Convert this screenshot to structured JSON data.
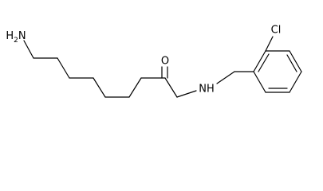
{
  "molecule": {
    "labels": {
      "amine": "H2N",
      "oxygen": "O",
      "amide_nh": "NH",
      "chlorine": "Cl"
    },
    "colors": {
      "bond": "#000000",
      "text": "#000000",
      "background": "#ffffff"
    }
  }
}
